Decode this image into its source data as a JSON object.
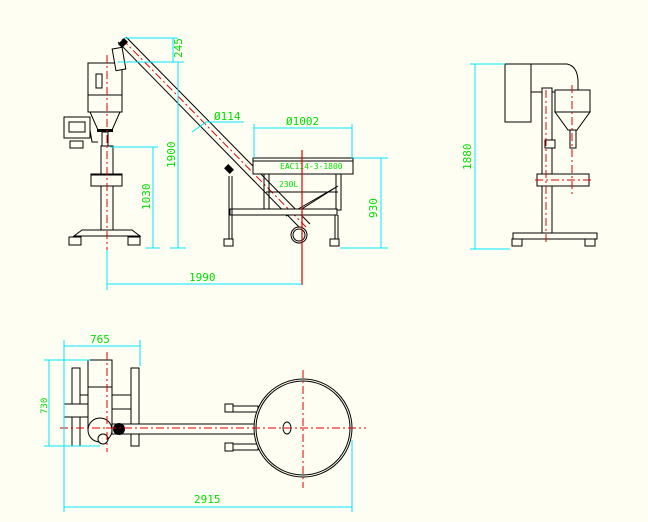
{
  "colors": {
    "background": "#fffef2",
    "outline": "#000000",
    "centerline": "#e00000",
    "dimension_line": "#00e5ff",
    "dimension_text": "#00e000"
  },
  "front_view": {
    "dims": {
      "auger_head_height": "245",
      "discharge_height": "1900",
      "spout_height": "1030",
      "tube_diameter": "Ø114",
      "hopper_diameter": "Ø1002",
      "hopper_height": "930",
      "horizontal_length": "1990"
    },
    "hopper_label": "EAC114-3-1800",
    "hopper_volume": "230L"
  },
  "side_view": {
    "dims": {
      "total_height": "1880"
    }
  },
  "top_view": {
    "dims": {
      "filler_width": "765",
      "filler_depth": "730",
      "total_length": "2915"
    }
  }
}
